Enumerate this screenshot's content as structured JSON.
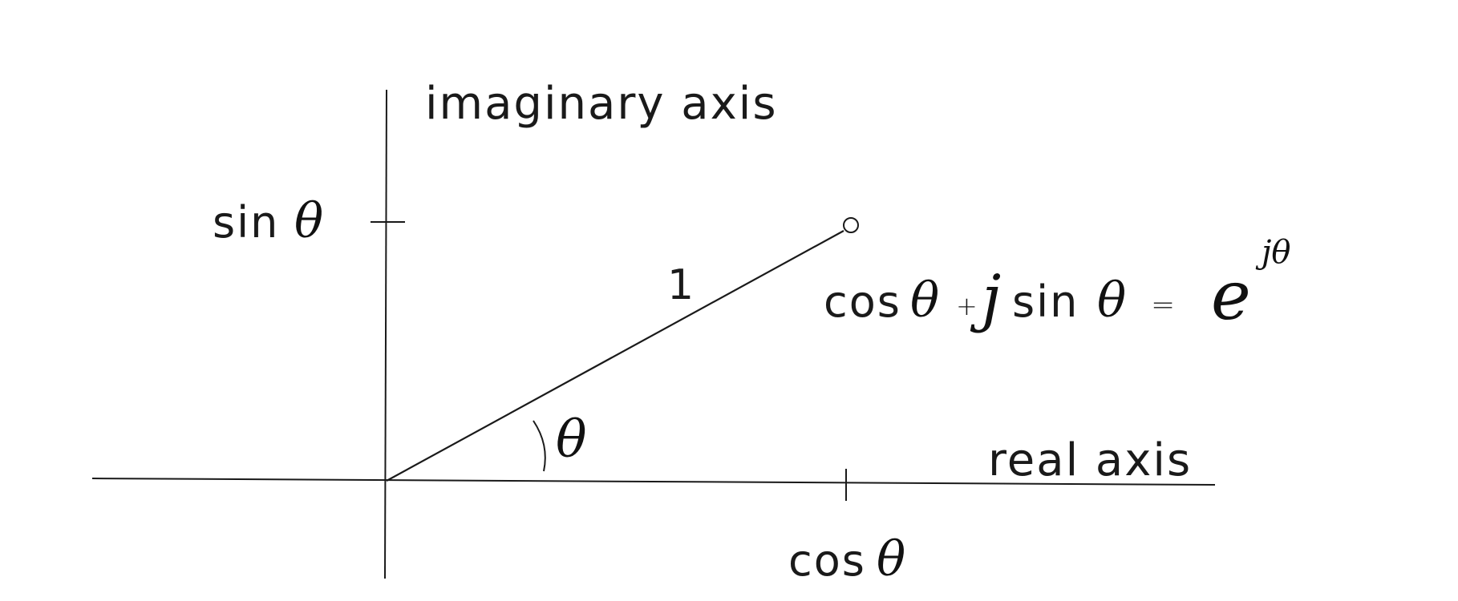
{
  "diagram": {
    "imaginary_axis_label": "imaginary axis",
    "real_axis_label": "real axis",
    "sin_label": {
      "func": "sin",
      "var": "θ"
    },
    "cos_label": {
      "func": "cos",
      "var": "θ"
    },
    "vector_length_label": "1",
    "angle_label": "θ",
    "equation": {
      "cos": "cos",
      "theta1": "θ",
      "plus": "+",
      "j": "j",
      "sin": "sin",
      "theta2": "θ",
      "equals": "=",
      "e": "e",
      "exponent": "jθ"
    }
  }
}
